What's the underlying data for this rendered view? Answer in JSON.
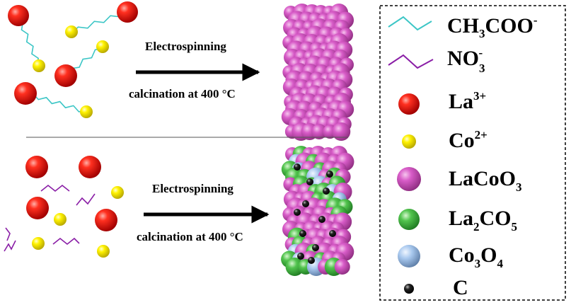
{
  "colors": {
    "la_ion": "#e81010",
    "co_ion": "#f2ee0a",
    "acetate_chain": "#3cc6c6",
    "nitrate_chain": "#8a1ea6",
    "lacoo3": "#d24fc2",
    "la2co5": "#4ec24e",
    "co3o4": "#9cbfe6",
    "carbon": "#151515"
  },
  "top_process": {
    "label_above": "Electrospinning",
    "label_below": "calcination at 400 °C"
  },
  "bottom_process": {
    "label_above": "Electrospinning",
    "label_below": "calcination at 400 °C"
  },
  "legend": {
    "acetate": {
      "icon": "zigzag-cyan",
      "main": "CH",
      "sub": "3",
      "rest": "COO",
      "sup": "-"
    },
    "nitrate": {
      "icon": "zigzag-purple",
      "main": "NO",
      "sub": "3",
      "sup": "-"
    },
    "la": {
      "icon": "red-sphere",
      "main": "La",
      "sup": "3+"
    },
    "co": {
      "icon": "yellow-sphere",
      "main": "Co",
      "sup": "2+"
    },
    "lacoo3": {
      "icon": "magenta-sphere",
      "main": "LaCoO",
      "sub": "3"
    },
    "la2co5": {
      "icon": "green-sphere",
      "main": "La",
      "sub": "2",
      "rest": "CO",
      "sub2": "5"
    },
    "co3o4": {
      "icon": "blue-sphere",
      "main": "Co",
      "sub": "3",
      "rest": "O",
      "sub2": "4"
    },
    "c": {
      "icon": "black-sphere",
      "main": "C"
    }
  }
}
